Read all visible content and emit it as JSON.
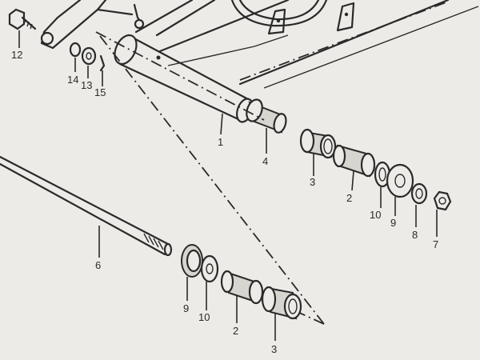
{
  "callouts": [
    {
      "id": "1",
      "text": "1"
    },
    {
      "id": "2a",
      "text": "2"
    },
    {
      "id": "2b",
      "text": "2"
    },
    {
      "id": "3a",
      "text": "3"
    },
    {
      "id": "3b",
      "text": "3"
    },
    {
      "id": "4",
      "text": "4"
    },
    {
      "id": "6",
      "text": "6"
    },
    {
      "id": "7",
      "text": "7"
    },
    {
      "id": "8",
      "text": "8"
    },
    {
      "id": "9a",
      "text": "9"
    },
    {
      "id": "9b",
      "text": "9"
    },
    {
      "id": "10a",
      "text": "10"
    },
    {
      "id": "10b",
      "text": "10"
    },
    {
      "id": "12",
      "text": "12"
    },
    {
      "id": "13",
      "text": "13"
    },
    {
      "id": "14",
      "text": "14"
    },
    {
      "id": "15",
      "text": "15"
    }
  ]
}
